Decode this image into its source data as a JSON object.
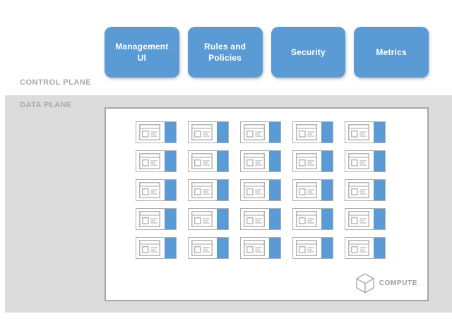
{
  "control_plane": {
    "label": "CONTROL PLANE",
    "buttons": [
      {
        "label": "Management UI"
      },
      {
        "label": "Rules and Policies"
      },
      {
        "label": "Security"
      },
      {
        "label": "Metrics"
      }
    ]
  },
  "data_plane": {
    "label": "DATA PLANE",
    "grid": {
      "rows": 5,
      "cols": 5,
      "icon": "instance-card-icon"
    },
    "compute": {
      "label": "COMPUTE",
      "icon": "cube-icon"
    }
  },
  "colors": {
    "accent_blue": "#5b9bd5",
    "plane_background": "#dcdcdc",
    "label_gray": "#a8a8a8",
    "border_gray": "#a6a6a6"
  }
}
